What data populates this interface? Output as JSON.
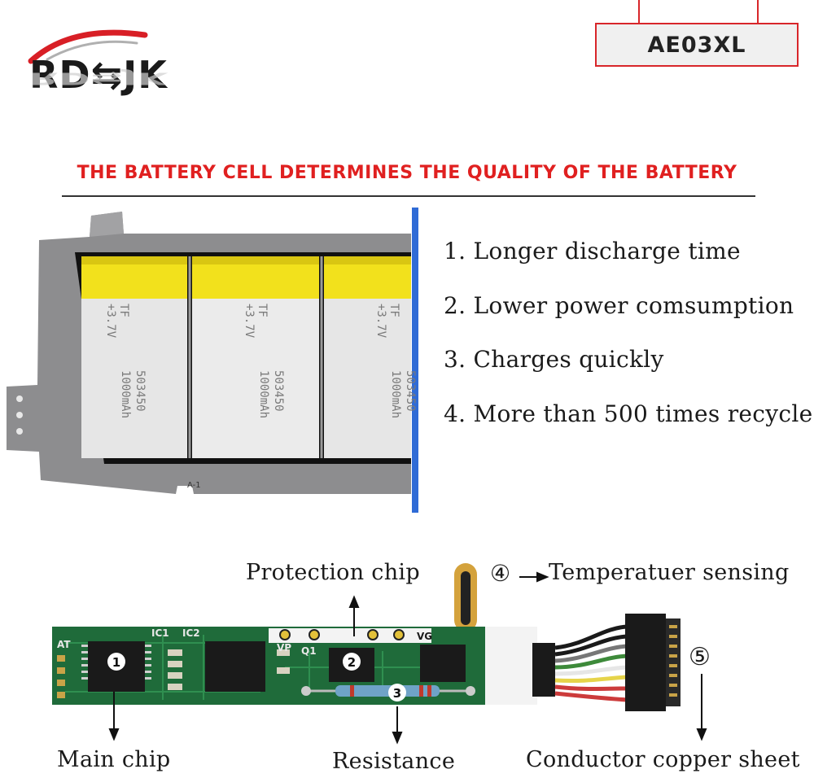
{
  "brand": {
    "logo_text": "RD⇆JK"
  },
  "model_tag": {
    "label": "AE03XL"
  },
  "headline": "THE BATTERY CELL DETERMINES THE QUALITY OF THE BATTERY",
  "features": [
    "1. Longer discharge time",
    "2. Lower power comsumption",
    "3. Charges quickly",
    "4. More than 500 times recycle"
  ],
  "battery_cells": {
    "print_main": "503450",
    "print_voltage": "+3.7V",
    "print_capacity": "1000mAh",
    "print_brand": "TF",
    "tray_mark": "A-1"
  },
  "pcb": {
    "silkscreen": [
      "AT",
      "IC1",
      "IC2",
      "VP",
      "Q1",
      "VG"
    ],
    "markers": [
      "1",
      "2",
      "3"
    ]
  },
  "callouts": {
    "protection_chip": "Protection chip",
    "temperature_marker": "④",
    "temperature_sensing": "Temperatuer sensing",
    "connector_marker": "⑤",
    "main_chip": "Main chip",
    "resistance": "Resistance",
    "conductor": "Conductor copper sheet"
  },
  "colors": {
    "accent_red": "#e02020",
    "pcb_green": "#1f6b3a",
    "cell_yellow": "#f2e11c",
    "tray_gray": "#8d8d8f"
  }
}
